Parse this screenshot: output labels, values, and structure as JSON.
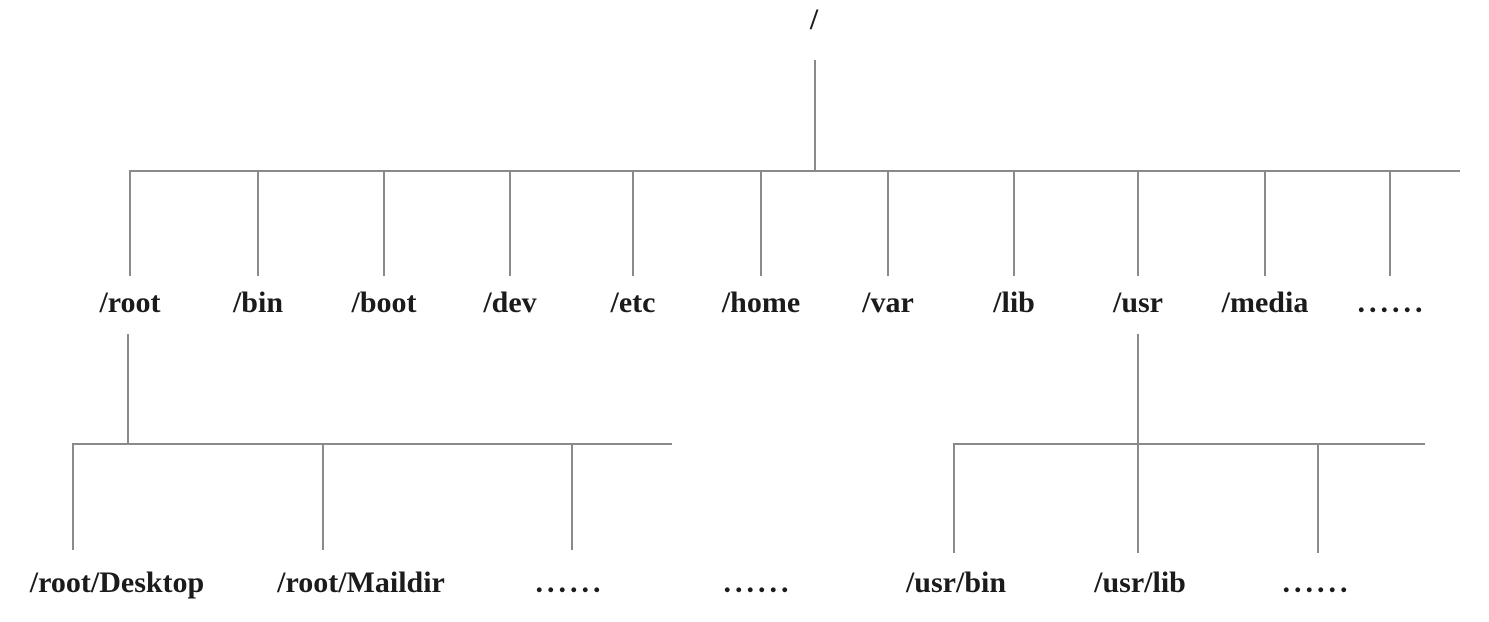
{
  "tree": {
    "root": {
      "label": "/"
    },
    "level1": [
      {
        "label": "/root"
      },
      {
        "label": "/bin"
      },
      {
        "label": "/boot"
      },
      {
        "label": "/dev"
      },
      {
        "label": "/etc"
      },
      {
        "label": "/home"
      },
      {
        "label": "/var"
      },
      {
        "label": "/lib"
      },
      {
        "label": "/usr"
      },
      {
        "label": "/media"
      },
      {
        "label": "......"
      }
    ],
    "root_children": [
      {
        "label": "/root/Desktop"
      },
      {
        "label": "/root/Maildir"
      },
      {
        "label": "......"
      }
    ],
    "extra_ellipsis": {
      "label": "......"
    },
    "usr_children": [
      {
        "label": "/usr/bin"
      },
      {
        "label": "/usr/lib"
      },
      {
        "label": "......"
      }
    ]
  },
  "colors": {
    "line": "#8a8a8a",
    "text": "#1b1b1b",
    "background": "#ffffff"
  }
}
